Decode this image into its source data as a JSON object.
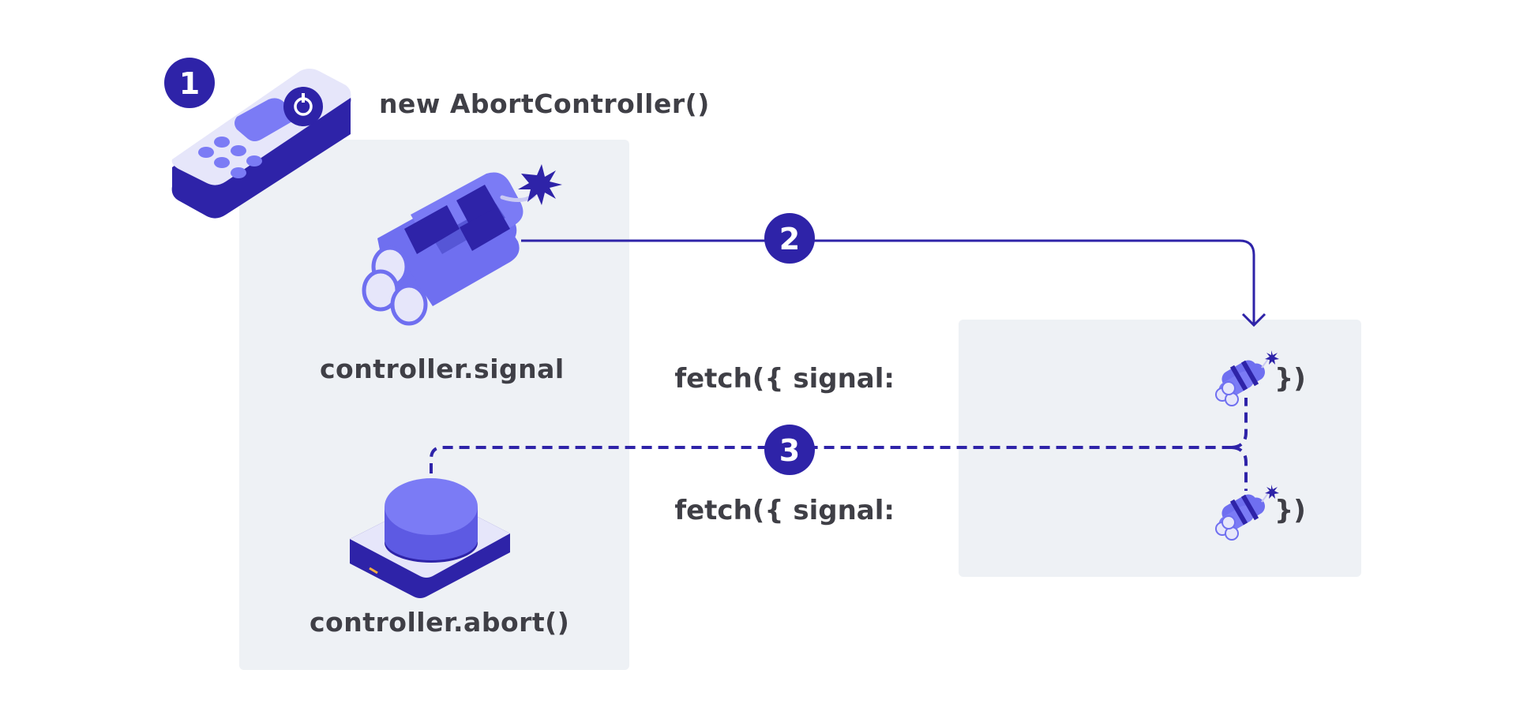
{
  "labels": {
    "controller_constructor": "new AbortController()",
    "controller_signal": "controller.signal",
    "controller_abort": "controller.abort()"
  },
  "steps": [
    "1",
    "2",
    "3"
  ],
  "fetch_calls": [
    {
      "prefix": "fetch({ signal:",
      "suffix": "})"
    },
    {
      "prefix": "fetch({ signal:",
      "suffix": "})"
    }
  ],
  "colors": {
    "accent_dark": "#2e23a8",
    "accent_main": "#6f6ff0",
    "accent_light": "#e6e6fa",
    "panel_bg": "#eef1f5",
    "text": "#3f3f46"
  },
  "icons": {
    "remote": "remote-control-icon",
    "dynamite": "dynamite-icon",
    "button": "detonator-button-icon"
  }
}
